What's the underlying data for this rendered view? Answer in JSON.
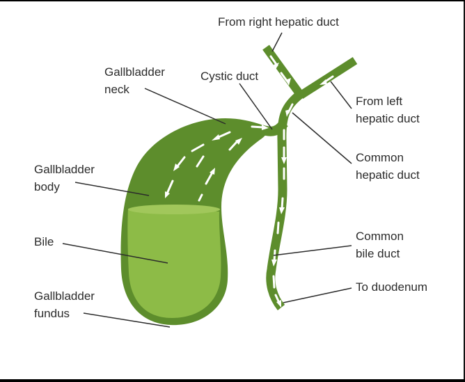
{
  "labels": {
    "right_hepatic": "From right hepatic duct",
    "gb_neck": [
      "Gallbladder",
      "neck"
    ],
    "cystic": "Cystic duct",
    "left_hepatic": [
      "From left",
      "hepatic duct"
    ],
    "gb_body": [
      "Gallbladder",
      "body"
    ],
    "common_hepatic": [
      "Common",
      "hepatic duct"
    ],
    "bile": "Bile",
    "common_bile": [
      "Common",
      "bile duct"
    ],
    "to_duodenum": "To duodenum",
    "gb_fundus": [
      "Gallbladder",
      "fundus"
    ]
  },
  "colors": {
    "organ_dark": "#5d8d2c",
    "bile_light": "#8dbb47",
    "bile_top": "#a1c75b",
    "arrows": "#ffffff",
    "leader_lines": "#2b2b2b"
  }
}
